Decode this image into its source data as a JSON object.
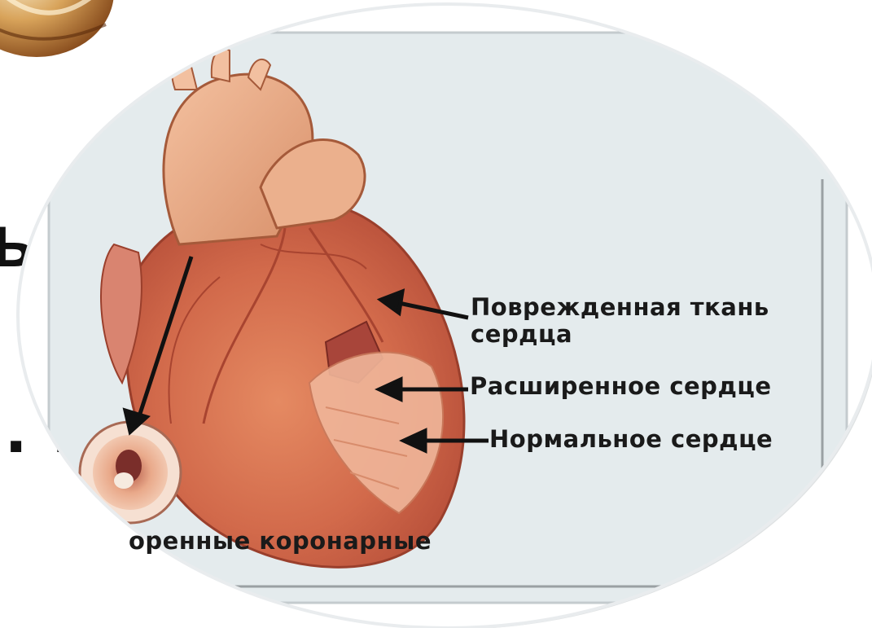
{
  "background_text": {
    "line1": "ьт,",
    "line2": "..."
  },
  "labels": {
    "damaged_tissue_line1": "Поврежденная ткань",
    "damaged_tissue_line2": "сердца",
    "enlarged_heart": "Расширенное сердце",
    "normal_heart": "Нормальное сердце",
    "coronary": "оренные коронарные"
  },
  "colors": {
    "panel_background": "#e6ecee",
    "heart_main": "#d97a5a",
    "arrow": "#111111"
  }
}
